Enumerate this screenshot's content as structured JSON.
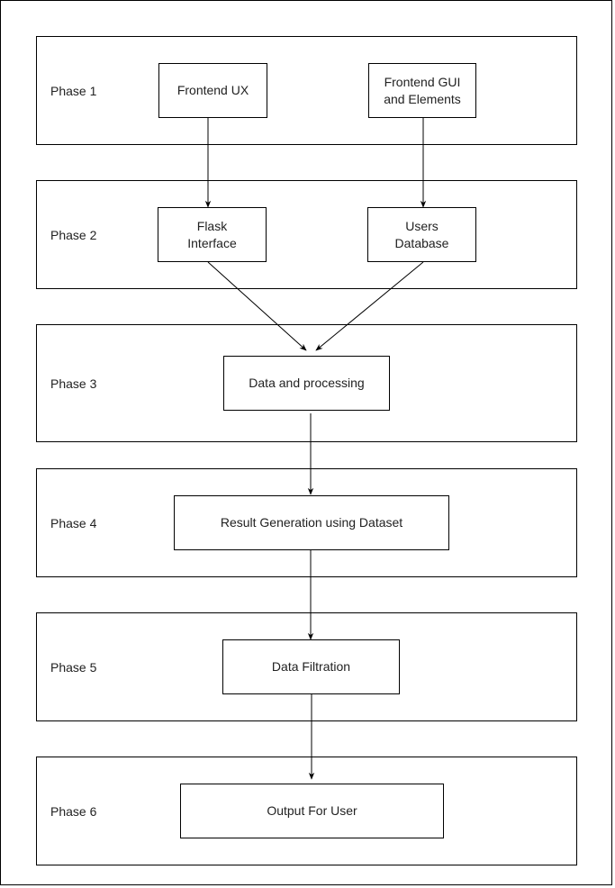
{
  "phases": [
    {
      "label": "Phase 1"
    },
    {
      "label": "Phase 2"
    },
    {
      "label": "Phase 3"
    },
    {
      "label": "Phase 4"
    },
    {
      "label": "Phase 5"
    },
    {
      "label": "Phase 6"
    }
  ],
  "nodes": {
    "frontend_ux": "Frontend UX",
    "frontend_gui": "Frontend GUI\nand Elements",
    "flask_interface": "Flask\nInterface",
    "users_database": "Users\nDatabase",
    "data_processing": "Data and processing",
    "result_generation": "Result Generation using Dataset",
    "data_filtration": "Data Filtration",
    "output_for_user": "Output For User"
  },
  "edges": [
    {
      "from": "frontend_ux",
      "to": "flask_interface"
    },
    {
      "from": "frontend_gui",
      "to": "users_database"
    },
    {
      "from": "flask_interface",
      "to": "data_processing"
    },
    {
      "from": "users_database",
      "to": "data_processing"
    },
    {
      "from": "data_processing",
      "to": "result_generation"
    },
    {
      "from": "result_generation",
      "to": "data_filtration"
    },
    {
      "from": "data_filtration",
      "to": "output_for_user"
    }
  ]
}
